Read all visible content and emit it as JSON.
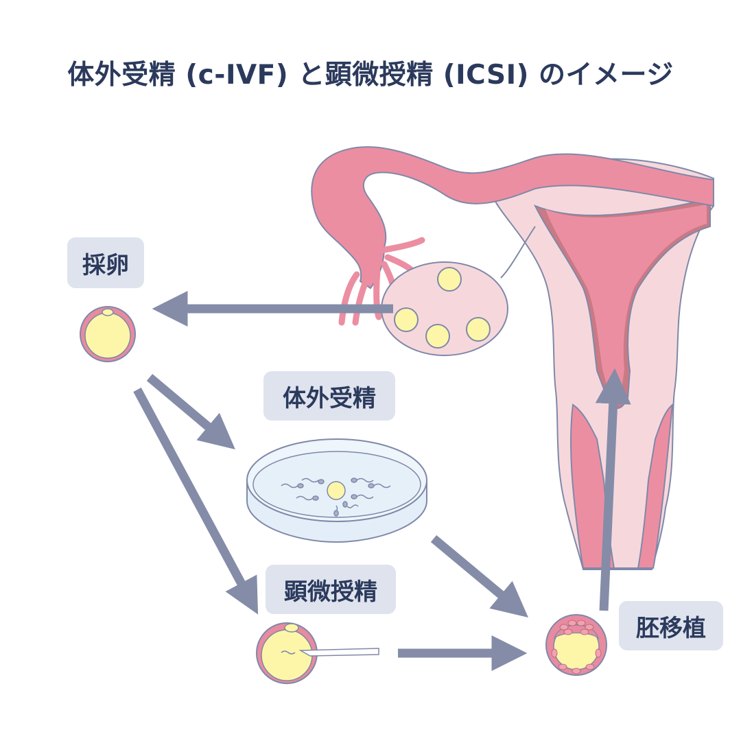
{
  "title": "体外受精 (c-IVF) と顕微授精 (ICSI) のイメージ",
  "labels": {
    "egg_retrieval": "採卵",
    "ivf": "体外受精",
    "icsi": "顕微授精",
    "embryo_transfer": "胚移植"
  },
  "colors": {
    "title": "#2b3a5c",
    "label_bg": "#dfe3ee",
    "arrow": "#848ca8",
    "organ_dark": "#e88ba0",
    "organ_light": "#f6d8dc",
    "egg_yolk": "#fdf6a8",
    "outline": "#7f88a8"
  }
}
